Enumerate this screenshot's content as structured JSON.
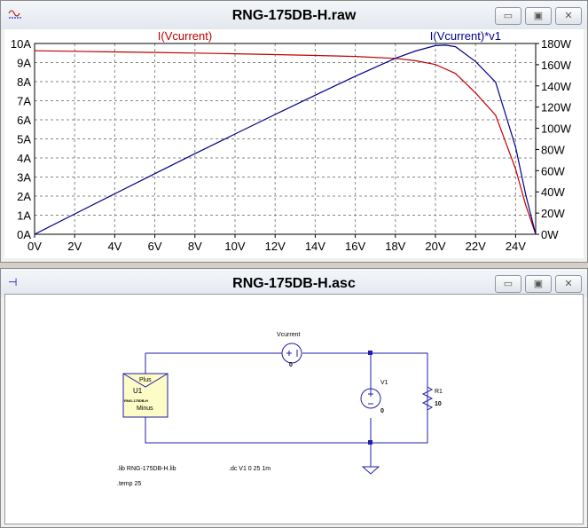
{
  "plot_window": {
    "title": "RNG-175DB-H.raw",
    "buttons": [
      "minimize",
      "maximize",
      "close"
    ]
  },
  "schematic_window": {
    "title": "RNG-175DB-H.asc",
    "buttons": [
      "minimize",
      "maximize",
      "close"
    ]
  },
  "chart_data": {
    "type": "line",
    "xlabel": "",
    "xlim": [
      0,
      25
    ],
    "x_ticks": [
      "0V",
      "2V",
      "4V",
      "6V",
      "8V",
      "10V",
      "12V",
      "14V",
      "16V",
      "18V",
      "20V",
      "22V",
      "24V"
    ],
    "y_left_ticks": [
      "0A",
      "1A",
      "2A",
      "3A",
      "4A",
      "5A",
      "6A",
      "7A",
      "8A",
      "9A",
      "10A"
    ],
    "y_right_ticks": [
      "0W",
      "20W",
      "40W",
      "60W",
      "80W",
      "100W",
      "120W",
      "140W",
      "160W",
      "180W"
    ],
    "ylim_left": [
      0,
      10
    ],
    "ylim_right": [
      0,
      180
    ],
    "grid": true,
    "series": [
      {
        "name": "I(Vcurrent)",
        "color": "#c00000",
        "axis": "left",
        "x": [
          0,
          2,
          4,
          6,
          8,
          10,
          12,
          14,
          16,
          18,
          19,
          20,
          21,
          22,
          23,
          24,
          24.5,
          25
        ],
        "y": [
          9.62,
          9.59,
          9.56,
          9.53,
          9.5,
          9.46,
          9.42,
          9.37,
          9.32,
          9.22,
          9.1,
          8.9,
          8.43,
          7.41,
          6.24,
          3.42,
          1.54,
          0
        ]
      },
      {
        "name": "I(Vcurrent)*v1",
        "color": "#00008b",
        "axis": "right",
        "x": [
          0,
          2,
          4,
          6,
          8,
          10,
          12,
          14,
          16,
          18,
          19,
          20,
          20.5,
          21,
          22,
          23,
          24,
          24.5,
          25
        ],
        "y": [
          0,
          19.2,
          38.2,
          57.2,
          76,
          94.6,
          113,
          131.2,
          149.1,
          166,
          172.9,
          178,
          178.4,
          177,
          163,
          143.5,
          82.1,
          37.7,
          0
        ]
      }
    ]
  },
  "schematic": {
    "wire_color": "#1f1fa8",
    "solar_panel": {
      "pin_top": "Plus",
      "name": "U1",
      "model": "RNG-175DB-H",
      "pin_bottom": "Minus"
    },
    "vcurrent": {
      "name": "Vcurrent",
      "value": "0"
    },
    "v1": {
      "name": "V1",
      "value": "0"
    },
    "r1": {
      "name": "R1",
      "value": "10"
    },
    "directives": {
      "lib": ".lib RNG-175DB-H.lib",
      "dc": ".dc V1 0 25 1m",
      "temp": ".temp 25"
    }
  }
}
